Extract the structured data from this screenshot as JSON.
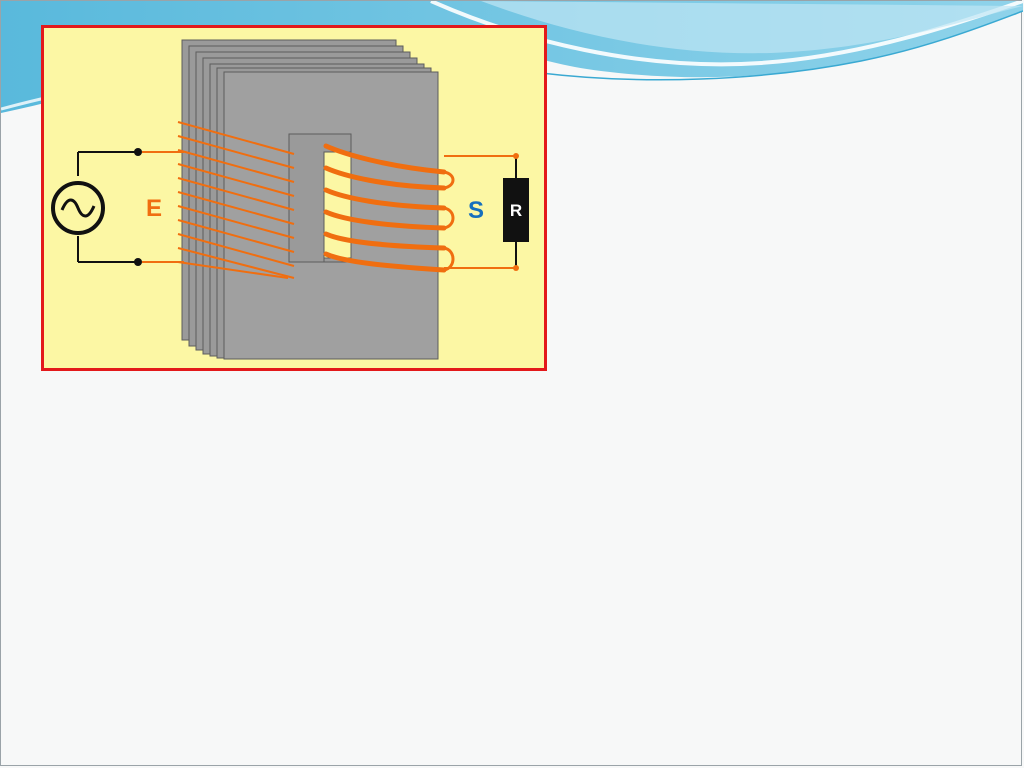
{
  "diagram": {
    "primary_label": "E",
    "secondary_label": "S",
    "load_label": "R"
  },
  "colors": {
    "panel_border": "#e3191b",
    "panel_background": "#fcf7a4",
    "winding": "#f06e10",
    "core": "#9a9a9a",
    "primary_label": "#f06e10",
    "secondary_label": "#1670bd",
    "resistor": "#111111"
  },
  "icons": [
    "ac-source-icon",
    "resistor-icon",
    "transformer-core-icon"
  ]
}
